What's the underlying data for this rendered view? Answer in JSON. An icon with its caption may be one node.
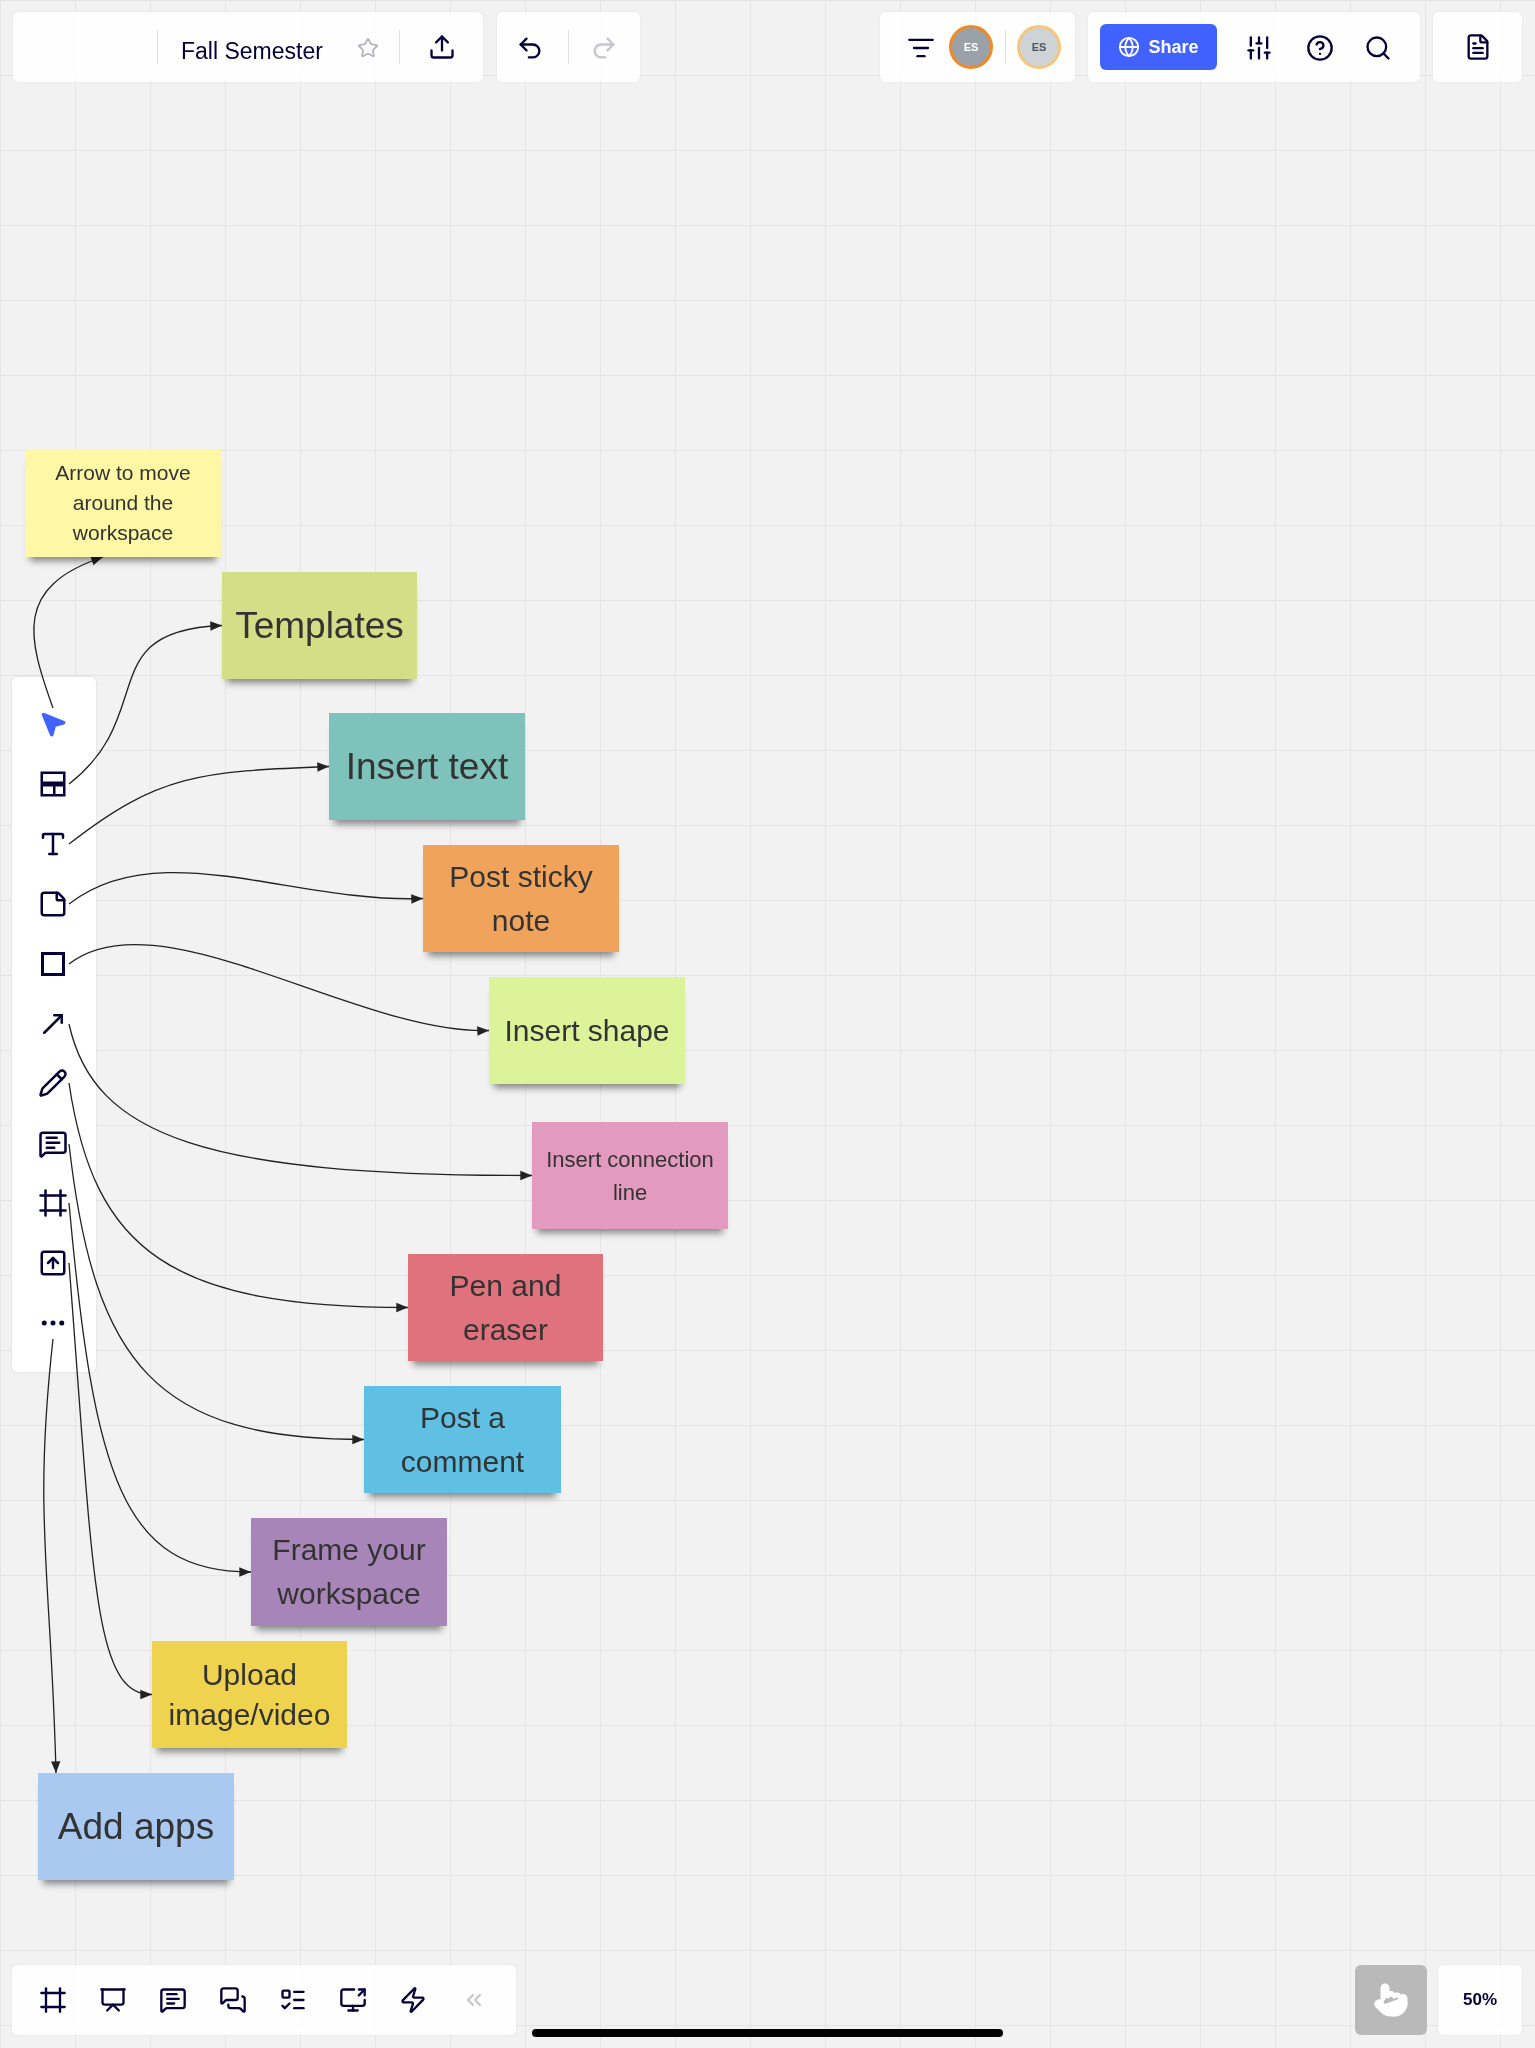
{
  "diagram": {
    "nodes": [
      {
        "text": [],
        "shape": "picture"
      },
      {
        "text": [],
        "shape": "picture"
      },
      {
        "text": [],
        "shape": "picture"
      },
      {
        "text": [],
        "shape": "picture"
      },
      {
        "text": [],
        "shape": "box"
      },
      {
        "text": [],
        "shape": "picture"
      },
      {
        "text": [],
        "shape": "picture"
      },
      {
        "text": [],
        "shape": "picture"
      },
      {
        "text": [],
        "shape": "picture"
      },
      {
        "text": [],
        "shape": "picture"
      },
      {
        "text": [],
        "shape": "picture"
      },
      {
        "text": [
          "Arrow to move around the workspace"
        ]
      },
      {
        "text": [
          "Templates"
        ]
      },
      {
        "text": [
          "Insert text"
        ]
      },
      {
        "text": [
          "Post sticky note"
        ]
      },
      {
        "text": [
          "Insert shape"
        ]
      },
      {
        "text": [
          "Insert connection line"
        ]
      },
      {
        "text": [
          "Pen and eraser"
        ]
      },
      {
        "text": [
          "Post a comment"
        ]
      },
      {
        "text": [
          "Frame your workspace"
        ]
      },
      {
        "text": [
          "Upload image/video"
        ]
      },
      {
        "text": [
          "Add apps"
        ]
      }
    ],
    "edges": [
      {
        "from": 0,
        "to": 11,
        "arrow": "to"
      },
      {
        "from": 1,
        "to": 12,
        "arrow": "to"
      },
      {
        "from": 2,
        "to": 13,
        "arrow": "to"
      },
      {
        "from": 3,
        "to": 14,
        "arrow": "to"
      },
      {
        "from": 4,
        "to": 15,
        "arrow": "to"
      },
      {
        "from": 5,
        "to": 16,
        "arrow": "to"
      },
      {
        "from": 6,
        "to": 17,
        "arrow": "to"
      },
      {
        "from": 7,
        "to": 18,
        "arrow": "to"
      },
      {
        "from": 8,
        "to": 19,
        "arrow": "to"
      },
      {
        "from": 9,
        "to": 20,
        "arrow": "to"
      },
      {
        "from": 10,
        "to": 21,
        "arrow": "to"
      }
    ],
    "labels": [
      "Fall Semester",
      "ES",
      "ES",
      "Share",
      "50%"
    ]
  }
}
